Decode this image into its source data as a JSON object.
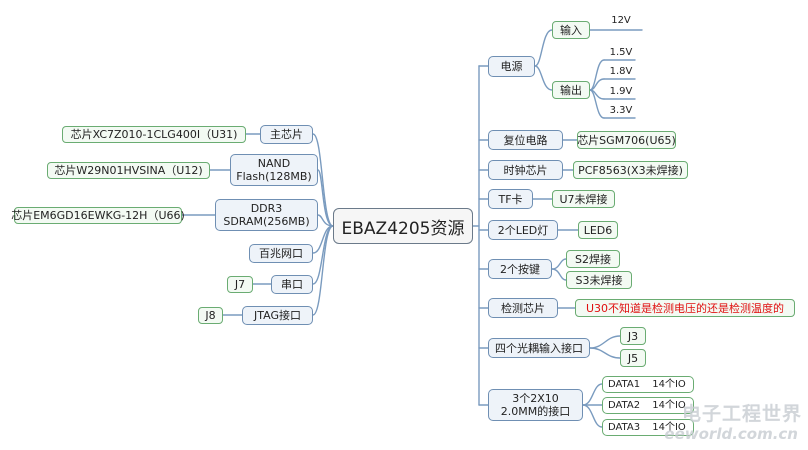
{
  "central": "EBAZ4205资源",
  "left": {
    "main_chip": {
      "label": "主芯片",
      "detail": "芯片XC7Z010-1CLG400I（U31)"
    },
    "nand": {
      "label_1": "NAND",
      "label_2": "Flash(128MB)",
      "detail": "芯片W29N01HVSINA（U12)"
    },
    "ddr": {
      "label_1": "DDR3",
      "label_2": "SDRAM(256MB)",
      "detail": "芯片EM6GD16EWKG-12H（U66)"
    },
    "ethernet": {
      "label": "百兆网口"
    },
    "uart": {
      "label": "串口",
      "detail": "J7"
    },
    "jtag": {
      "label": "JTAG接口",
      "detail": "J8"
    }
  },
  "right": {
    "power": {
      "label": "电源",
      "input": {
        "label": "输入",
        "values": [
          "12V"
        ]
      },
      "output": {
        "label": "输出",
        "values": [
          "1.5V",
          "1.8V",
          "1.9V",
          "3.3V"
        ]
      }
    },
    "reset": {
      "label": "复位电路",
      "detail": "芯片SGM706(U65)"
    },
    "clock": {
      "label": "时钟芯片",
      "detail": "PCF8563(X3未焊接)"
    },
    "tf": {
      "label": "TF卡",
      "detail": "U7未焊接"
    },
    "led": {
      "label": "2个LED灯",
      "detail": "LED6"
    },
    "keys": {
      "label": "2个按键",
      "details": [
        "S2焊接",
        "S3未焊接"
      ]
    },
    "detect": {
      "label": "检测芯片",
      "detail": "U30不知道是检测电压的还是检测温度的",
      "detail_color": "#e01010"
    },
    "optocoupler": {
      "label": "四个光耦输入接口",
      "details": [
        "J3",
        "J5"
      ]
    },
    "headers": {
      "label_1": "3个2X10",
      "label_2": "2.0MM的接口",
      "rows": [
        {
          "name": "DATA1",
          "io": "14个IO"
        },
        {
          "name": "DATA2",
          "io": "14个IO"
        },
        {
          "name": "DATA3",
          "io": "14个IO"
        }
      ]
    }
  },
  "watermark": {
    "cn": "电子工程世界",
    "en": "eeworld.com.cn"
  },
  "colors": {
    "line": "#7a9bbf",
    "main_border": "#6f8fb3",
    "leaf_border": "#6aac72",
    "leaf_text_alert": "#e01010"
  }
}
